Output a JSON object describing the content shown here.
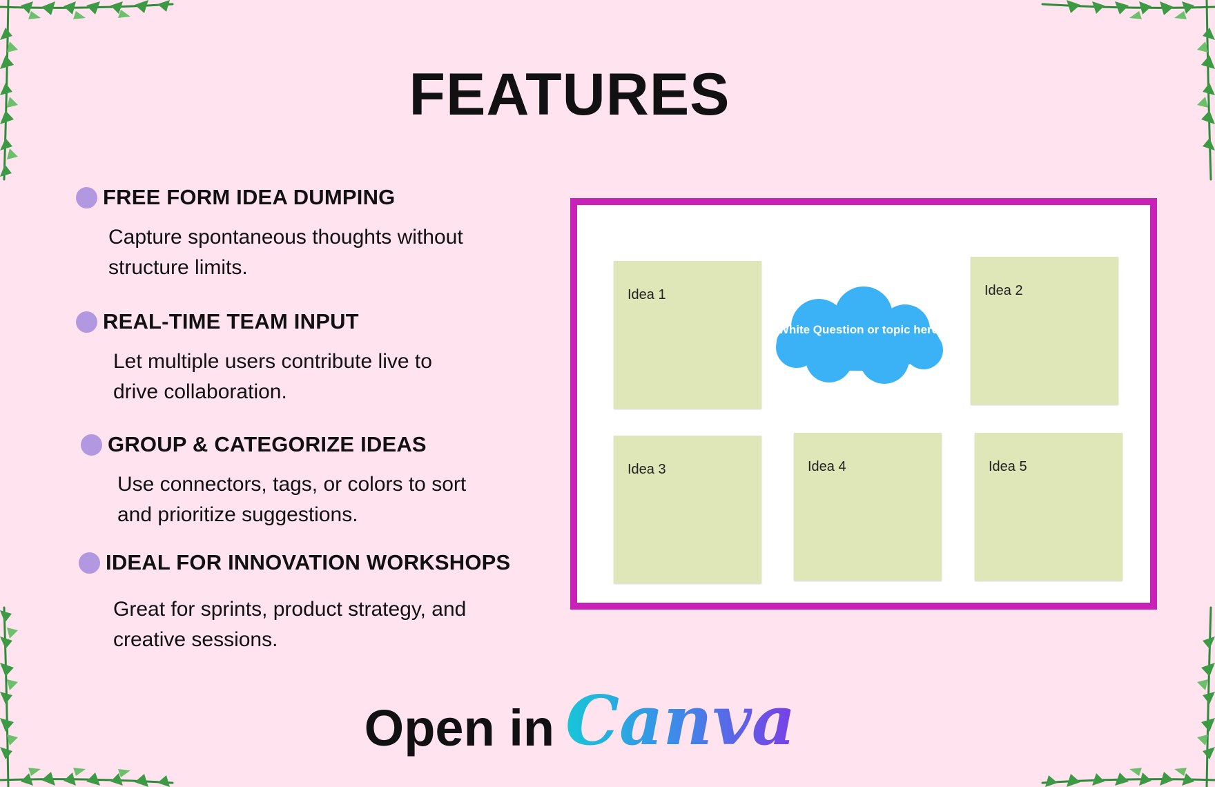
{
  "title": "FEATURES",
  "features": [
    {
      "heading": "FREE FORM IDEA DUMPING",
      "description": "Capture spontaneous thoughts without structure limits."
    },
    {
      "heading": "REAL-TIME TEAM INPUT",
      "description": "Let multiple users contribute live to drive collaboration."
    },
    {
      "heading": "GROUP & CATEGORIZE IDEAS",
      "description": "Use connectors, tags, or colors to sort and prioritize suggestions."
    },
    {
      "heading": "IDEAL FOR INNOVATION WORKSHOPS",
      "description": "Great for sprints, product strategy, and creative sessions."
    }
  ],
  "board": {
    "center": "White Question or topic here",
    "ideas": [
      "Idea 1",
      "Idea 2",
      "Idea 3",
      "Idea 4",
      "Idea 5"
    ]
  },
  "cta": {
    "prefix": "Open in",
    "brand": "Canva"
  },
  "colors": {
    "background": "#ffe3ee",
    "bullet": "#b198e0",
    "board_border": "#c821b8",
    "sticky_note": "#dfe7b8",
    "cloud": "#3bb2f6",
    "foliage": "#2f8a3a"
  },
  "icons": {
    "bullet": "circle-bullet-icon",
    "center": "cloud-icon",
    "corners": "foliage-icon"
  }
}
